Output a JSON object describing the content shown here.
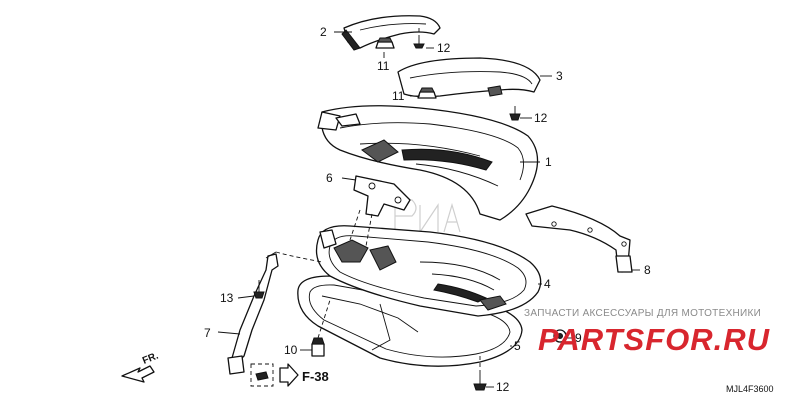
{
  "diagram": {
    "callouts": [
      {
        "id": "c1",
        "label": "1"
      },
      {
        "id": "c2",
        "label": "2"
      },
      {
        "id": "c3",
        "label": "3"
      },
      {
        "id": "c4",
        "label": "4"
      },
      {
        "id": "c5",
        "label": "5"
      },
      {
        "id": "c6",
        "label": "6"
      },
      {
        "id": "c7",
        "label": "7"
      },
      {
        "id": "c8",
        "label": "8"
      },
      {
        "id": "c9",
        "label": "9"
      },
      {
        "id": "c10",
        "label": "10"
      },
      {
        "id": "c11a",
        "label": "11"
      },
      {
        "id": "c11b",
        "label": "11"
      },
      {
        "id": "c12a",
        "label": "12"
      },
      {
        "id": "c12b",
        "label": "12"
      },
      {
        "id": "c12c",
        "label": "12"
      },
      {
        "id": "c13",
        "label": "13"
      }
    ],
    "reference": "F-38",
    "front_arrow": "FR.",
    "drawing_code": "MJL4F3600"
  },
  "watermark": {
    "tagline": "ЗАПЧАСТИ АКСЕССУАРЫ ДЛЯ МОТОТЕХНИКИ",
    "logo": "PARTSFOR.RU"
  }
}
